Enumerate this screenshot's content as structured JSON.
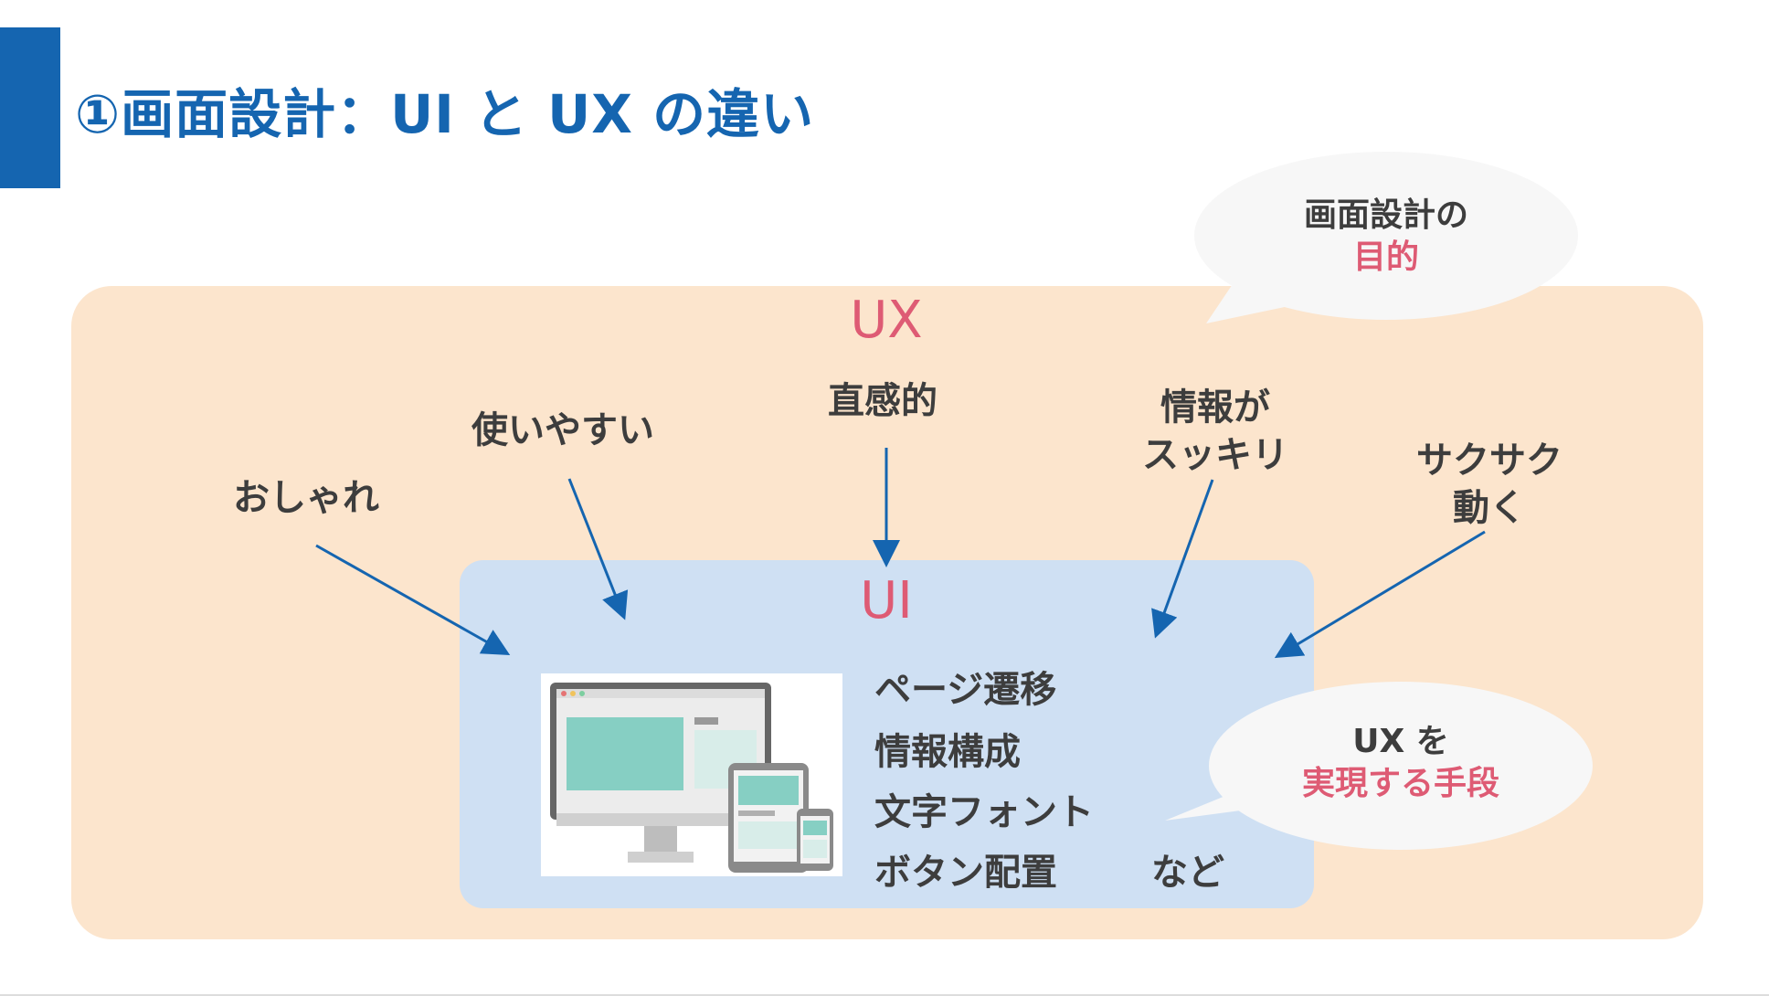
{
  "slide": {
    "title": "①画面設計：UI と UX の違い"
  },
  "diagram": {
    "ux_label": "UX",
    "ui_label": "UI",
    "keywords": [
      {
        "id": "oshare",
        "text": "おしゃれ"
      },
      {
        "id": "tsukaiyasui",
        "text": "使いやすい"
      },
      {
        "id": "chokkanteki",
        "text": "直感的"
      },
      {
        "id": "joho_line1",
        "text": "情報が"
      },
      {
        "id": "joho_line2",
        "text": "スッキリ"
      },
      {
        "id": "sakusaku_line1",
        "text": "サクサク"
      },
      {
        "id": "sakusaku_line2",
        "text": "動く"
      }
    ],
    "ui_items": [
      "ページ遷移",
      "情報構成",
      "文字フォント",
      "ボタン配置"
    ],
    "ui_items_suffix": "など",
    "bubble_purpose": {
      "line1": "画面設計の",
      "line2": "目的"
    },
    "bubble_means": {
      "line1": "UX を",
      "line2": "実現する手段"
    },
    "colors": {
      "accent_blue": "#1565b0",
      "ux_fill": "#fce5cd",
      "ui_fill": "#cfe0f3",
      "pink": "#de5b74",
      "text": "#3d3d3d",
      "bubble": "#f7f7f7"
    },
    "icons": [
      "monitor-tablet-phone-icon"
    ]
  }
}
